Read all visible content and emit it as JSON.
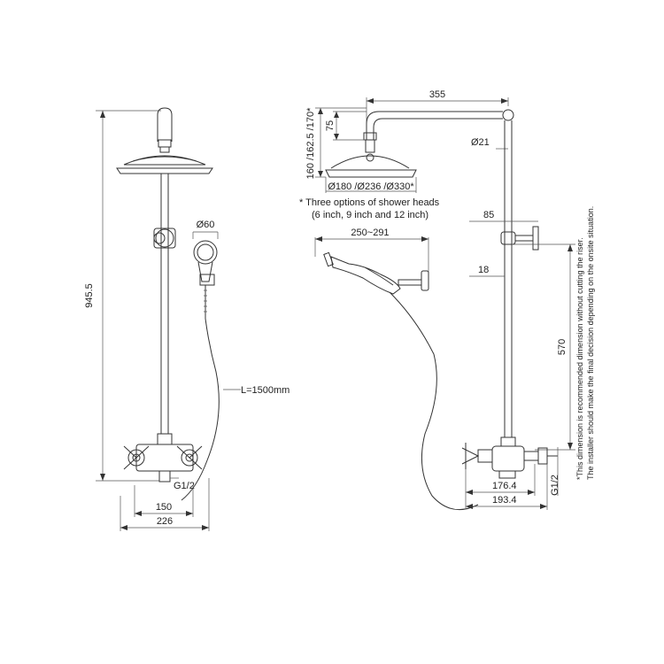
{
  "front_view": {
    "height": "945.5",
    "hand_head_dia": "Ø60",
    "hose_length": "L=1500mm",
    "inlet": "G1/2",
    "inlet_spacing": "150",
    "overall_width": "226"
  },
  "side_view": {
    "arm_length": "355",
    "arm_drop": "75",
    "head_height_options": "160 /162.5 /170*",
    "riser_dia": "Ø21",
    "head_dia_options": "Ø180 /Ø236 /Ø330*",
    "note_line1": "* Three options of shower heads",
    "note_line2": "(6 inch, 9 inch and 12 inch)",
    "hand_reach": "250~291",
    "bracket_offset": "85",
    "hook_offset": "18",
    "riser_cut": "570",
    "depth_1": "176.4",
    "depth_2": "193.4",
    "inlet": "G1/2",
    "recommend_line1": "*This dimension is recommended dimension without cutting the riser.",
    "recommend_line2": "The installer should make the final decision depending on the onsite situation."
  }
}
